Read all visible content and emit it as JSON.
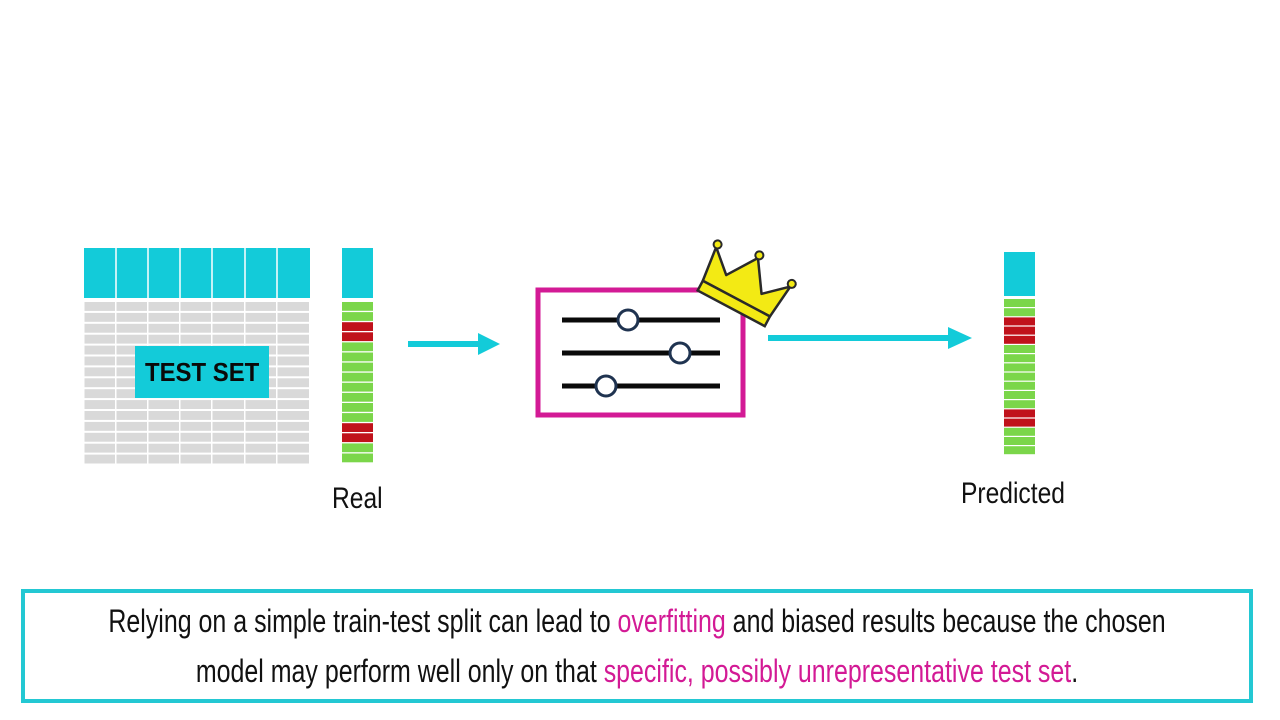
{
  "test_set_label": "TEST SET",
  "real_label": "Real",
  "predicted_label": "Predicted",
  "real_column": [
    "green",
    "green",
    "red",
    "red",
    "green",
    "green",
    "green",
    "green",
    "green",
    "green",
    "green",
    "green",
    "red",
    "red",
    "green",
    "green"
  ],
  "predicted_column": [
    "green",
    "green",
    "red",
    "red",
    "red",
    "green",
    "green",
    "green",
    "green",
    "green",
    "green",
    "green",
    "red",
    "red",
    "green",
    "green",
    "green"
  ],
  "caption": {
    "part1": "Relying on a simple train-test split can lead to ",
    "highlight1": "overfitting",
    "part2": " and biased results because the chosen model may perform well only on that ",
    "highlight2": "specific, possibly unrepresentative test set",
    "part3": "."
  },
  "colors": {
    "accent": "#13cbd9",
    "highlight": "#d31a95",
    "green": "#7bd64a",
    "red": "#c0121b",
    "grid_row": "#d9d9d9",
    "crown": "#f3ea14"
  }
}
